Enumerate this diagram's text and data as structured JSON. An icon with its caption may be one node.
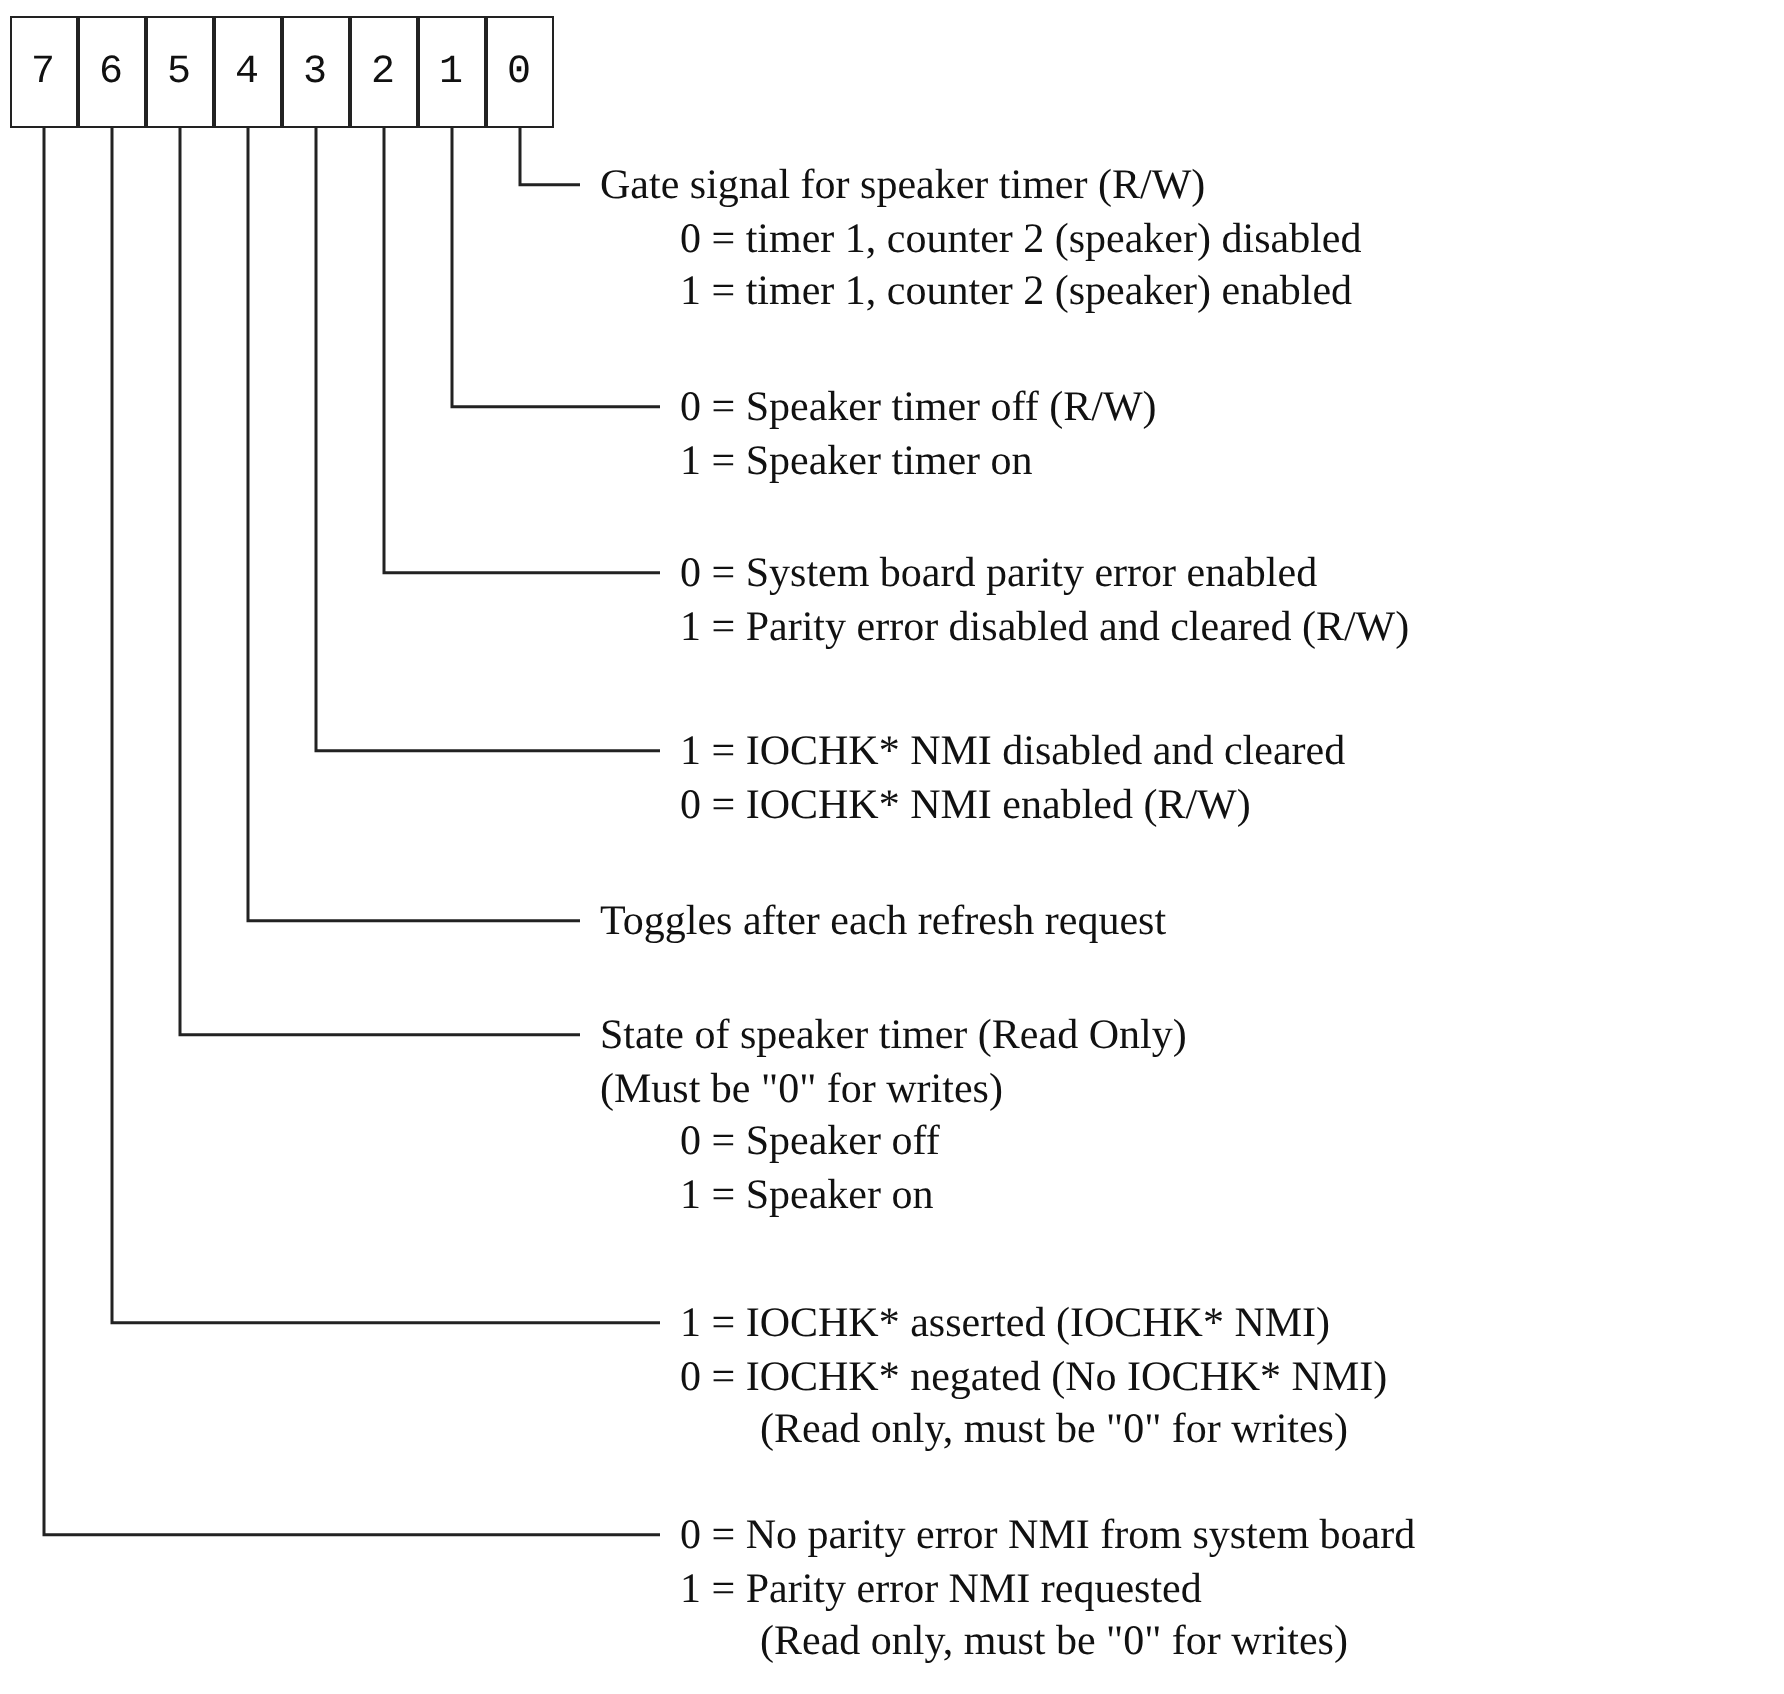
{
  "diagram": {
    "nodes": [
      {
        "text": [
          "7"
        ]
      },
      {
        "text": [
          "6"
        ]
      },
      {
        "text": [
          "5"
        ]
      },
      {
        "text": [
          "4"
        ]
      },
      {
        "text": [
          "3"
        ]
      },
      {
        "text": [
          "2"
        ]
      },
      {
        "text": [
          "1"
        ]
      },
      {
        "text": [
          "0"
        ]
      },
      {
        "text": [
          "Gate signal for speaker timer (R/W)",
          "0 = timer 1, counter 2 (speaker) disabled",
          "1 = timer 1, counter 2 (speaker) enabled"
        ]
      },
      {
        "text": [
          "0 = Speaker timer off (R/W)",
          "1 = Speaker timer on"
        ]
      },
      {
        "text": [
          "0 = System board parity error enabled",
          "1 = Parity error disabled and cleared (R/W)"
        ]
      },
      {
        "text": [
          "1 = IOCHK* NMI disabled and cleared",
          "0 = IOCHK* NMI enabled (R/W)"
        ]
      },
      {
        "text": [
          "Toggles after each refresh request"
        ]
      },
      {
        "text": [
          "State of speaker timer (Read Only)",
          "(Must be \"0\" for writes)",
          "0 = Speaker off",
          "1 = Speaker on"
        ]
      },
      {
        "text": [
          "1 = IOCHK* asserted (IOCHK* NMI)",
          "0 = IOCHK* negated (No IOCHK* NMI)",
          "(Read only, must be \"0\" for writes)"
        ]
      },
      {
        "text": [
          "0 = No parity error NMI from system board",
          "1 = Parity error NMI requested",
          "(Read only, must be \"0\" for writes)"
        ]
      }
    ],
    "edges": [
      {
        "from": 7,
        "to": 8,
        "arrow": "none"
      },
      {
        "from": 6,
        "to": 9,
        "arrow": "none"
      },
      {
        "from": 5,
        "to": 10,
        "arrow": "none"
      },
      {
        "from": 4,
        "to": 11,
        "arrow": "none"
      },
      {
        "from": 3,
        "to": 12,
        "arrow": "none"
      },
      {
        "from": 2,
        "to": 13,
        "arrow": "none"
      },
      {
        "from": 1,
        "to": 14,
        "arrow": "none"
      },
      {
        "from": 0,
        "to": 15,
        "arrow": "none"
      }
    ]
  }
}
